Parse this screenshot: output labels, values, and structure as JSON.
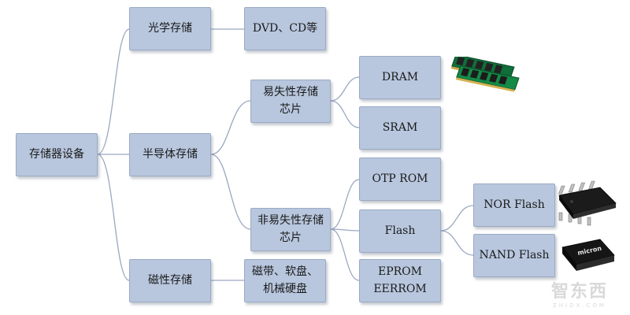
{
  "nodes": {
    "root": "存储器设备",
    "optical": "光学存储",
    "optical_examples": "DVD、CD等",
    "semiconductor": "半导体存储",
    "magnetic": "磁性存储",
    "magnetic_examples": "磁带、软盘、\n机械硬盘",
    "volatile": "易失性存储\n芯片",
    "nonvolatile": "非易失性存储\n芯片",
    "dram": "DRAM",
    "sram": "SRAM",
    "otp_rom": "OTP ROM",
    "flash": "Flash",
    "eprom": "EPROM\nEERROM",
    "nor_flash": "NOR Flash",
    "nand_flash": "NAND Flash"
  },
  "images": {
    "dram_module": "ram-module-icon",
    "nor_chip": "soic-chip-icon",
    "nand_chip": "micron-chip-icon",
    "nand_chip_logo": "micron"
  },
  "watermark": {
    "main": "智东西",
    "sub": "ZHIDX.COM"
  },
  "colors": {
    "box_fill": "#b8c7de",
    "box_border": "#9aaac4",
    "connector": "#9aa8c0"
  }
}
